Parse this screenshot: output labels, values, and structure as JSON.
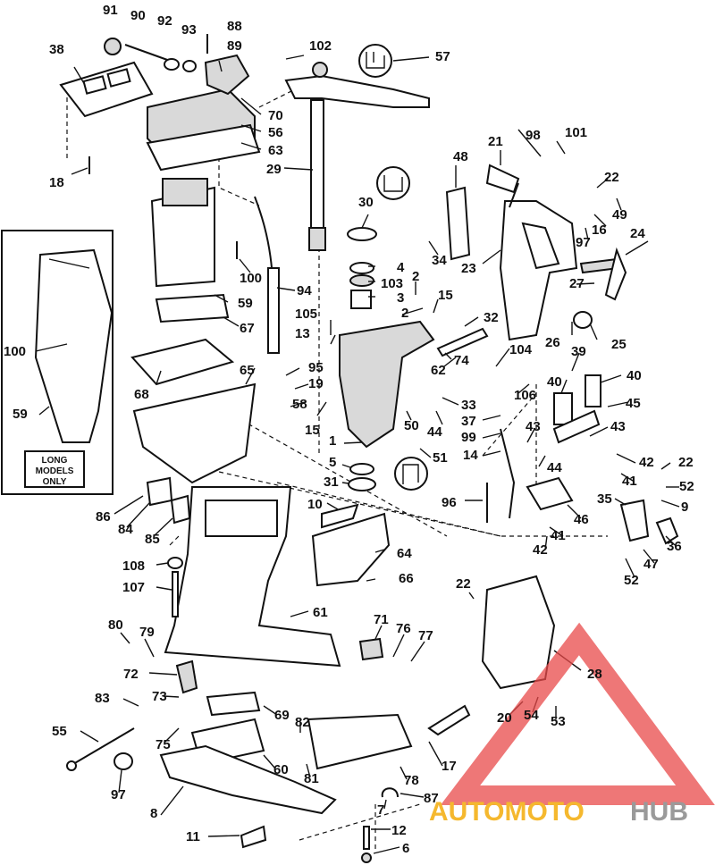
{
  "inset_note": [
    "LONG",
    "MODELS",
    "ONLY"
  ],
  "watermark": {
    "part1": "AUTOMOTO",
    "part2": "HUB",
    "color_orange": "#f5b82e",
    "color_grey": "#9a9a9a",
    "color_red": "#e84a4a"
  },
  "callouts": {
    "c91": "91",
    "c90": "90",
    "c92": "92",
    "c93": "93",
    "c88": "88",
    "c89": "89",
    "c102": "102",
    "c57": "57",
    "c38": "38",
    "c70": "70",
    "c56": "56",
    "c63": "63",
    "c29": "29",
    "c18": "18",
    "c21": "21",
    "c98": "98",
    "c101": "101",
    "c48": "48",
    "c22a": "22",
    "c49": "49",
    "c16": "16",
    "c97a": "97",
    "c24": "24",
    "c30": "30",
    "c4": "4",
    "c103": "103",
    "c3": "3",
    "c2a": "2",
    "c2b": "2",
    "c15a": "15",
    "c34": "34",
    "c23": "23",
    "c27": "27",
    "c100a": "100",
    "c59a": "59",
    "c94": "94",
    "c67": "67",
    "c105": "105",
    "c13": "13",
    "c32": "32",
    "c26": "26",
    "c25": "25",
    "c104": "104",
    "c39": "39",
    "c40a": "40",
    "c40b": "40",
    "c62": "62",
    "c74": "74",
    "c95": "95",
    "c19": "19",
    "c58": "58",
    "c65": "65",
    "c68": "68",
    "c15b": "15",
    "c33": "33",
    "c106": "106",
    "c45": "45",
    "c37": "37",
    "c43a": "43",
    "c43b": "43",
    "c44a": "44",
    "c44b": "44",
    "c50": "50",
    "c99": "99",
    "c1": "1",
    "c14": "14",
    "c51": "51",
    "c5": "5",
    "c31": "31",
    "c10": "10",
    "c96": "96",
    "c42a": "42",
    "c42b": "42",
    "c41a": "41",
    "c41b": "41",
    "c22b": "22",
    "c52a": "52",
    "c52b": "52",
    "c35": "35",
    "c9": "9",
    "c46": "46",
    "c36": "36",
    "c47": "47",
    "c86": "86",
    "c84": "84",
    "c85": "85",
    "c64": "64",
    "c108": "108",
    "c107": "107",
    "c66": "66",
    "c22c": "22",
    "c61": "61",
    "c100b": "100",
    "c59b": "59",
    "c80": "80",
    "c79": "79",
    "c71": "71",
    "c76": "76",
    "c77": "77",
    "c72": "72",
    "c28": "28",
    "c83": "83",
    "c73": "73",
    "c69": "69",
    "c82": "82",
    "c55": "55",
    "c75": "75",
    "c20": "20",
    "c54": "54",
    "c53": "53",
    "c97b": "97",
    "c60": "60",
    "c81": "81",
    "c78": "78",
    "c17": "17",
    "c87": "87",
    "c7": "7",
    "c8": "8",
    "c11": "11",
    "c12": "12",
    "c6": "6"
  }
}
